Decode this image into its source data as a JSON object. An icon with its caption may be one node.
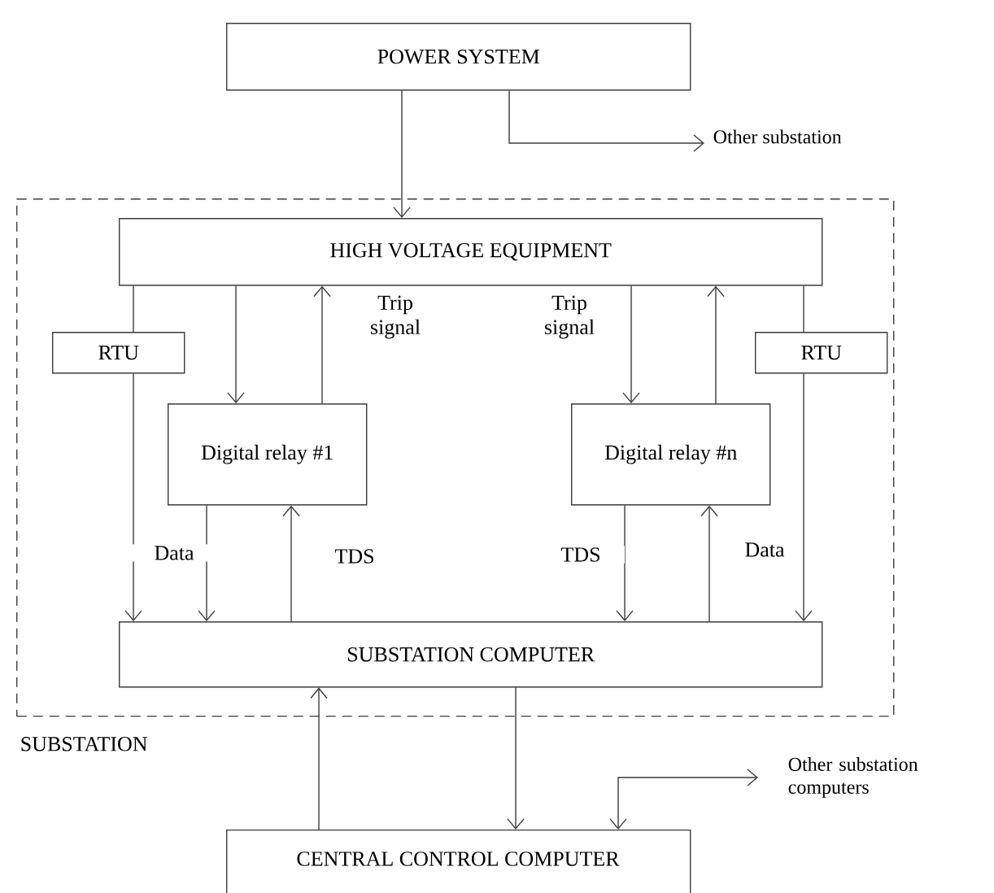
{
  "diagram": {
    "nodes": [
      {
        "text": [
          "POWER SYSTEM"
        ]
      },
      {
        "text": [
          "SUBSTATION"
        ]
      },
      {
        "text": [
          "HIGH  VOLTAGE EQUIPMENT"
        ],
        "in": 1
      },
      {
        "text": [
          "RTU"
        ],
        "in": 1
      },
      {
        "text": [
          "Digital relay #1"
        ],
        "in": 1
      },
      {
        "text": [
          "Digital relay #n"
        ],
        "in": 1
      },
      {
        "text": [
          "RTU"
        ],
        "in": 1
      },
      {
        "text": [
          "SUBSTATION COMPUTER"
        ],
        "in": 1
      },
      {
        "text": [
          "CENTRAL CONTROL COMPUTER"
        ]
      },
      {
        "text": [
          "Other substation"
        ]
      },
      {
        "text": [
          "Other substation computers"
        ]
      }
    ],
    "edges": [
      {
        "from": 0,
        "to": 2,
        "arrow": "to"
      },
      {
        "from": 0,
        "to": 9,
        "arrow": "to"
      },
      {
        "from": 2,
        "to": 3,
        "arrow": "none"
      },
      {
        "from": 3,
        "to": 7,
        "arrow": "to"
      },
      {
        "from": 2,
        "to": 4,
        "arrow": "to"
      },
      {
        "from": 4,
        "to": 2,
        "arrow": "to",
        "label": "Trip signal"
      },
      {
        "from": 4,
        "to": 7,
        "arrow": "to",
        "label": "Data"
      },
      {
        "from": 7,
        "to": 4,
        "arrow": "to",
        "label": "TDS"
      },
      {
        "from": 2,
        "to": 5,
        "arrow": "to",
        "label": "Trip signal"
      },
      {
        "from": 5,
        "to": 2,
        "arrow": "to"
      },
      {
        "from": 5,
        "to": 7,
        "arrow": "to",
        "label": "TDS"
      },
      {
        "from": 7,
        "to": 5,
        "arrow": "to",
        "label": "Data"
      },
      {
        "from": 2,
        "to": 6,
        "arrow": "none"
      },
      {
        "from": 6,
        "to": 7,
        "arrow": "to"
      },
      {
        "from": 7,
        "to": 8,
        "arrow": "to"
      },
      {
        "from": 8,
        "to": 7,
        "arrow": "to"
      },
      {
        "from": 8,
        "to": 10,
        "arrow": "both"
      }
    ]
  }
}
